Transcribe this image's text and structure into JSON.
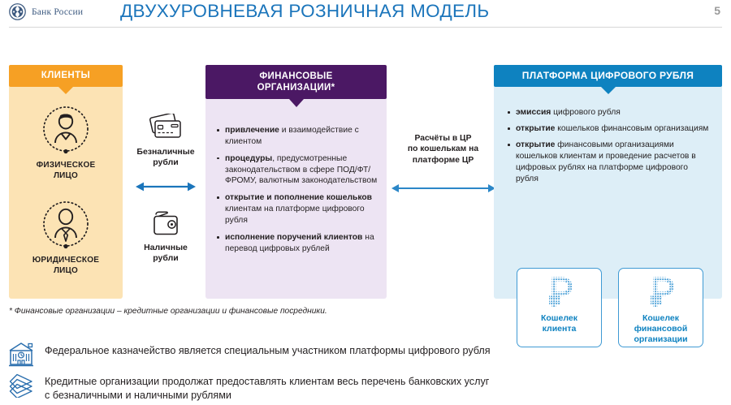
{
  "header": {
    "logo_text": "Банк России",
    "logo_icon": "bank-of-russia-emblem-icon",
    "title": "ДВУХУРОВНЕВАЯ РОЗНИЧНАЯ МОДЕЛЬ",
    "page_number": "5",
    "title_color": "#1b75bb"
  },
  "clients": {
    "header": "КЛИЕНТЫ",
    "header_color": "#f6a024",
    "background": "#fce3b4",
    "items": [
      {
        "icon": "person-individual-icon",
        "label": "ФИЗИЧЕСКОЕ\nЛИЦО",
        "line1": "ФИЗИЧЕСКОЕ",
        "line2": "ЛИЦО"
      },
      {
        "icon": "person-business-suit-icon",
        "label": "ЮРИДИЧЕСКОЕ\nЛИЦО",
        "line1": "ЮРИДИЧЕСКОЕ",
        "line2": "ЛИЦО"
      }
    ]
  },
  "money_column": {
    "cashless": {
      "icon": "bank-cards-icon",
      "line1": "Безналичные",
      "line2": "рубли"
    },
    "cash": {
      "icon": "wallet-icon",
      "line1": "Наличные",
      "line2": "рубли"
    },
    "arrow_icon": "double-headed-arrow-icon",
    "arrow_color": "#1b75bb"
  },
  "fin_org": {
    "header": "ФИНАНСОВЫЕ\nОРГАНИЗАЦИИ*",
    "header_line1": "ФИНАНСОВЫЕ",
    "header_line2": "ОРГАНИЗАЦИИ*",
    "header_color": "#4b1864",
    "background": "#ede4f3",
    "bullets": [
      {
        "bold": "привлечение",
        "rest": " и взаимодействие с клиентом"
      },
      {
        "bold": "процедуры",
        "rest": ", предусмотренные законодательством в сфере ПОД/ФТ/ФРОМУ, валютным законодательством"
      },
      {
        "bold": "открытие и пополнение кошельков",
        "rest": " клиентам на платформе цифрового рубля"
      },
      {
        "bold": "исполнение поручений клиентов",
        "rest": " на перевод цифровых рублей"
      }
    ]
  },
  "center": {
    "note_line1": "Расчёты в ЦР",
    "note_line2": "по кошелькам на",
    "note_line3": "платформе ЦР",
    "arrow_icon": "double-headed-arrow-icon",
    "arrow_color": "#2b87c8"
  },
  "platform": {
    "header": "ПЛАТФОРМА ЦИФРОВОГО РУБЛЯ",
    "header_color": "#0e82c0",
    "background": "#ddeef7",
    "bullets": [
      {
        "bold": "эмиссия",
        "rest": " цифрового рубля"
      },
      {
        "bold": "открытие",
        "rest": " кошельков финансовым организациям"
      },
      {
        "bold": "открытие",
        "rest": " финансовыми организациями кошельков клиентам и проведение расчетов в цифровых рублях на платформе цифрового рубля"
      }
    ],
    "wallets": [
      {
        "icon": "digital-ruble-symbol-icon",
        "line1": "Кошелек",
        "line2": "клиента",
        "line3": ""
      },
      {
        "icon": "digital-ruble-symbol-icon",
        "line1": "Кошелек",
        "line2": "финансовой",
        "line3": "организации"
      }
    ]
  },
  "footnote": "* Финансовые организации – кредитные организации и финансовые посредники.",
  "bottom_notes": [
    {
      "icon": "treasury-building-icon",
      "line1": "Федеральное казначейство является специальным участником платформы цифрового",
      "line2": "рубля",
      "single_line": "Федеральное казначейство является специальным участником платформы цифрового рубля"
    },
    {
      "icon": "banknotes-stack-icon",
      "line1": "Кредитные организации продолжат предоставлять клиентам весь перечень банковских услуг",
      "line2": "с безналичными и наличными рублями"
    }
  ]
}
